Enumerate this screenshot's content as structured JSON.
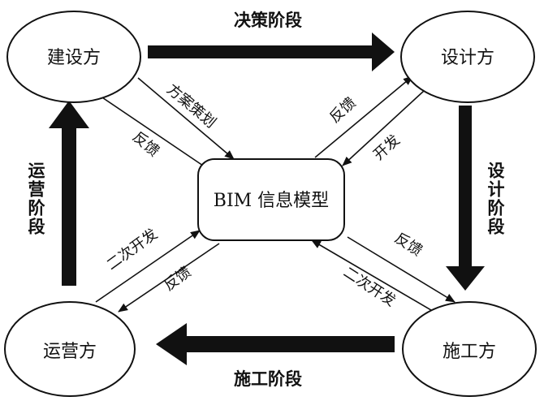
{
  "nodes": {
    "owner": "建设方",
    "designer": "设计方",
    "builder": "施工方",
    "operator": "运营方",
    "bim": "BIM 信息模型"
  },
  "phases": {
    "decision": "决策阶段",
    "design": "设计阶段",
    "construction": "施工阶段",
    "operation": "运营阶段"
  },
  "links": {
    "owner_to_bim": "方案策划",
    "bim_to_owner": "反馈",
    "bim_to_designer": "反馈",
    "designer_to_bim": "开发",
    "bim_to_builder": "反馈",
    "builder_to_bim": "二次开发",
    "operator_to_bim": "二次开发",
    "bim_to_operator": "反馈"
  },
  "colors": {
    "stroke": "#111111",
    "background": "#ffffff"
  }
}
